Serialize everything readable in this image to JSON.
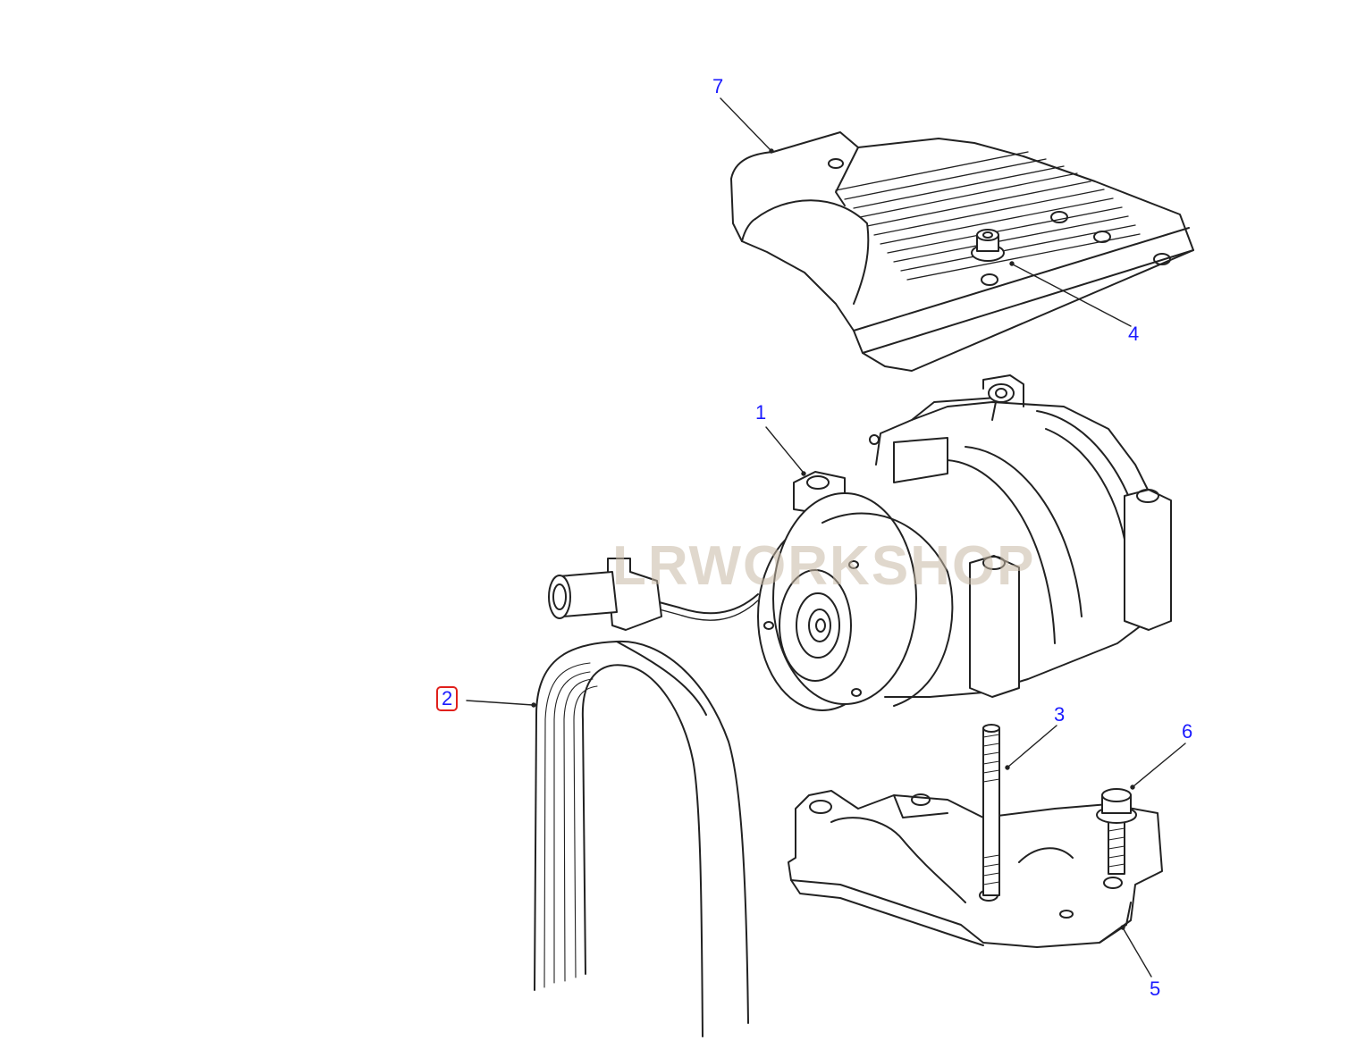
{
  "diagram": {
    "watermark": "LRWORKSHOP",
    "watermark_color": "#c8b9a5",
    "callout_color": "#1a1aff",
    "highlight_color": "#e0201c",
    "callouts": {
      "one": "1",
      "two": "2",
      "three": "3",
      "four": "4",
      "five": "5",
      "six": "6",
      "seven": "7"
    },
    "selected_callout": "2"
  }
}
